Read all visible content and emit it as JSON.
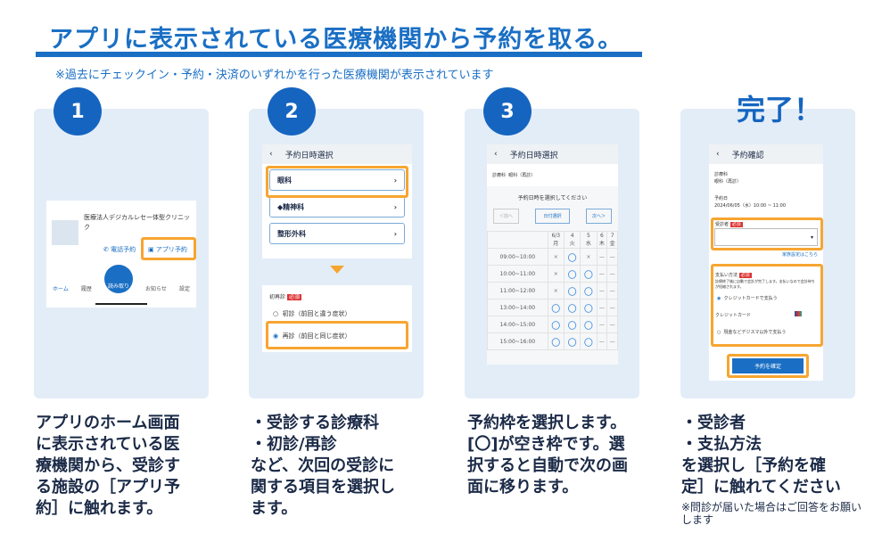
{
  "title": "アプリに表示されている医療機関から予約を取る。",
  "note": "※過去にチェックイン・予約・決済のいずれかを行った医療機関が表示されています",
  "steps": [
    {
      "num": "1"
    },
    {
      "num": "2"
    },
    {
      "num": "3"
    }
  ],
  "done": "完了！",
  "descriptions": [
    "アプリのホーム画面\nに表示されている医\n療機関から、受診す\nる施設の［アプリ予\n約］に触れます。",
    "・受診する診療科\n・初診/再診\nなど、次回の受診に\n関する項目を選択し\nます。",
    "予約枠を選択します。\n[〇]が空き枠です。選\n択すると自動で次の画\n面に移ります。",
    "・受診者\n・支払方法\nを選択し［予約を確\n定］に触れてください"
  ],
  "desc4_note": "※問診が届いた場合はご回答をお願いします",
  "screen1": {
    "clinic": "医療法人デジカルレセー体型クリニック",
    "phone": "電話予約",
    "app": "アプリ予約",
    "nav": [
      "ホーム",
      "履歴",
      "読み取り",
      "お知らせ",
      "設定"
    ]
  },
  "screen2": {
    "header": "予約日時選択",
    "depts": [
      "眼科",
      "◆精神科",
      "整形外科"
    ],
    "label": "初再診",
    "required": "必須",
    "first": "初診（前回と違う症状）",
    "revisit": "再診（前回と同じ症状）"
  },
  "screen3": {
    "header": "予約日時選択",
    "dept_label": "診療科",
    "dept": "眼科（再診）",
    "prompt": "予約日時を選択してください",
    "prev": "＜前へ",
    "pick": "日付選択",
    "next": "次へ＞",
    "days": [
      "6/3\n月",
      "4\n火",
      "5\n水",
      "6\n木",
      "7\n金"
    ],
    "rows": [
      [
        "09:00~10:00",
        "×",
        "〇",
        "×",
        "—",
        "—"
      ],
      [
        "10:00~11:00",
        "×",
        "〇",
        "〇",
        "—",
        "—"
      ],
      [
        "11:00~12:00",
        "×",
        "〇",
        "〇",
        "—",
        "—"
      ],
      [
        "13:00~14:00",
        "〇",
        "〇",
        "〇",
        "—",
        "—"
      ],
      [
        "14:00~15:00",
        "〇",
        "〇",
        "〇",
        "—",
        "—"
      ],
      [
        "15:00~16:00",
        "〇",
        "〇",
        "〇",
        "—",
        "—"
      ]
    ]
  },
  "screen4": {
    "header": "予約確認",
    "dept_label": "診療科",
    "dept": "眼科（再診）",
    "date_label": "予約日",
    "date": "2024/06/05（水）10:00 ~ 11:00",
    "patient": "受診者",
    "required": "必須",
    "family": "家族設定はこちら",
    "pay": "支払い方法",
    "pay_note": "診療終了後に自動で会計が完了します。支払いなので会計待ちが短縮されます。",
    "credit": "クレジットカードで支払う",
    "card": "クレジットカード",
    "other": "現金などデジスマ以外で支払う",
    "confirm": "予約を確定"
  },
  "colors": {
    "primary": "#1565c0",
    "highlight": "#f7a531",
    "panel": "#e3edf8"
  }
}
